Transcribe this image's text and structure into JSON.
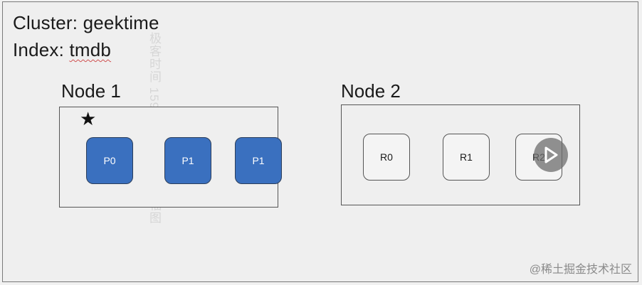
{
  "header": {
    "cluster_text": "Cluster: geektime",
    "index_prefix": "Index: ",
    "index_value": "tmdb"
  },
  "nodes": [
    {
      "label": "Node 1",
      "shards": [
        {
          "label": "P0",
          "type": "primary"
        },
        {
          "label": "P1",
          "type": "primary"
        },
        {
          "label": "P1",
          "type": "primary"
        }
      ]
    },
    {
      "label": "Node 2",
      "shards": [
        {
          "label": "R0",
          "type": "replica"
        },
        {
          "label": "R1",
          "type": "replica"
        },
        {
          "label": "R2",
          "type": "replica"
        }
      ]
    }
  ],
  "master_marker": "★",
  "colors": {
    "primary_fill": "#3a70bf",
    "replica_fill": "#f4f4f4",
    "background": "#efefef"
  },
  "icons": {
    "play": "play-icon",
    "star": "star-icon"
  },
  "watermark": {
    "side_text": "极客时间 15992339696 旧红福图",
    "footer_text": "@稀土掘金技术社区"
  }
}
